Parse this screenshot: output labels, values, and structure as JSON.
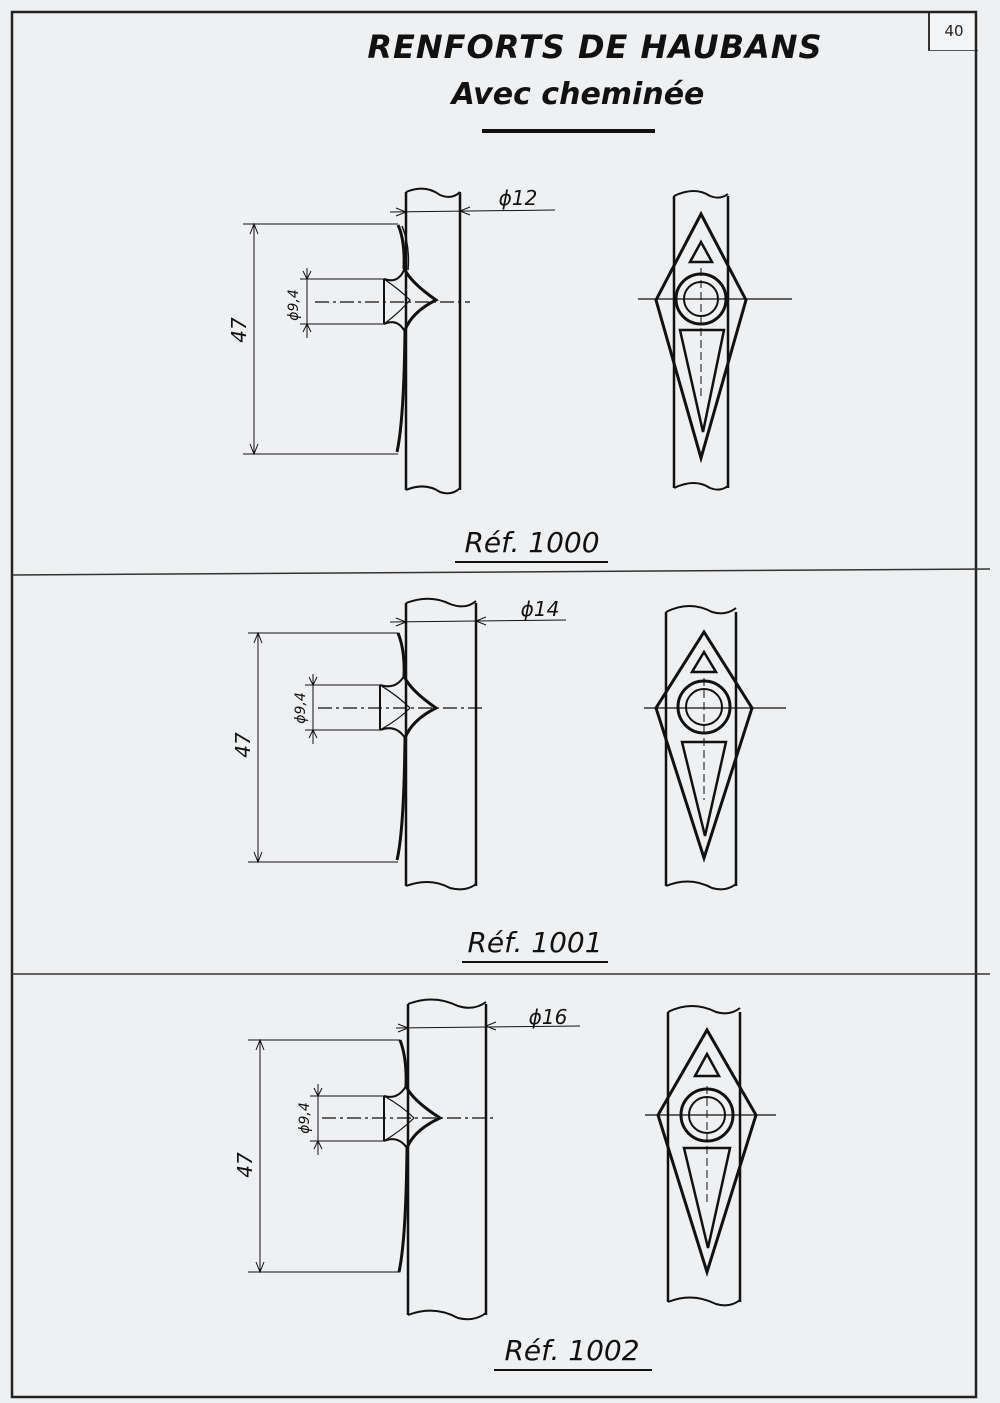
{
  "header": {
    "page_number": "40",
    "title": "RENFORTS DE HAUBANS",
    "subtitle": "Avec cheminée"
  },
  "drawings": [
    {
      "reference": "Réf. 1000",
      "height": "47",
      "tube_diameter": "ϕ12",
      "hole_diameter": "ϕ9,4"
    },
    {
      "reference": "Réf. 1001",
      "height": "47",
      "tube_diameter": "ϕ14",
      "hole_diameter": "ϕ9,4"
    },
    {
      "reference": "Réf. 1002",
      "height": "47",
      "tube_diameter": "ϕ16",
      "hole_diameter": "ϕ9,4"
    }
  ]
}
